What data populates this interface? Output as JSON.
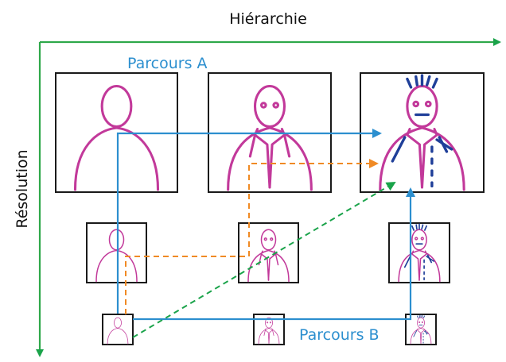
{
  "labels": {
    "x_axis": "Hiérarchie",
    "y_axis": "Résolution",
    "path_a": "Parcours A",
    "path_b": "Parcours B"
  },
  "colors": {
    "axis": "#2ea84a",
    "path_a": "#2c8fcf",
    "path_b": "#2c8fcf",
    "orange_path": "#f08a24",
    "green_path": "#1aa34a",
    "figure": "#c2399a",
    "detail": "#1f3f99"
  },
  "grid": {
    "rows": [
      "high-resolution",
      "mid-resolution",
      "low-resolution"
    ],
    "columns": [
      "silhouette",
      "face-and-collar",
      "full-detail"
    ]
  }
}
